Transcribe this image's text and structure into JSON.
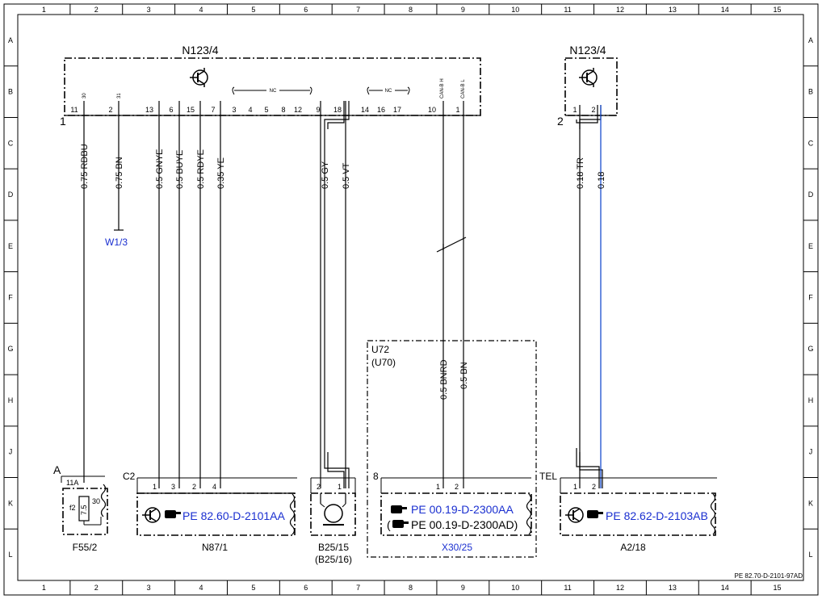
{
  "grid": {
    "columns": [
      "1",
      "2",
      "3",
      "4",
      "5",
      "6",
      "7",
      "8",
      "9",
      "10",
      "11",
      "12",
      "13",
      "14",
      "15"
    ],
    "rows": [
      "A",
      "B",
      "C",
      "D",
      "E",
      "F",
      "G",
      "H",
      "J",
      "K",
      "L"
    ]
  },
  "document_id": "PE 82.70-D-2101-97AD",
  "module_left": {
    "name": "N123/4",
    "marker": "1",
    "nc_label_1": "NC",
    "nc_label_2": "NC",
    "can_h_label": "CAN-B H",
    "can_l_label": "CAN-B L",
    "bus_pins": [
      "11",
      "2",
      "13",
      "6",
      "15",
      "7",
      "3",
      "4",
      "5",
      "8",
      "12",
      "9",
      "18",
      "14",
      "16",
      "17",
      "10",
      "1"
    ],
    "bus_upper": {
      "p30": "30",
      "p31": "31"
    }
  },
  "module_right": {
    "name": "N123/4",
    "marker": "2",
    "pins": [
      "1",
      "2"
    ]
  },
  "wires": {
    "w1": "0.75 RDBU",
    "w2": "0.75 BN",
    "w3": "0.5 GNYE",
    "w4": "0.5 BUYE",
    "w5": "0.5 RDYE",
    "w6": "0.35 YE",
    "w7": "0.5 GY",
    "w8": "0.5 VT",
    "w9": "0.18 TR",
    "w10": "0.18",
    "w11": "0.5 BNRD",
    "w12": "0.5 BN"
  },
  "ground_ref": "W1/3",
  "fuse": {
    "name": "F55/2",
    "marker": "A",
    "pin_11a": "11A",
    "f2": "f2",
    "amp": "7.5",
    "p30": "30"
  },
  "n87": {
    "marker": "C2",
    "name": "N87/1",
    "pins": [
      "1",
      "3",
      "2",
      "4"
    ],
    "ref": "PE 82.60-D-2101AA"
  },
  "b25": {
    "name": "B25/15",
    "alt": "(B25/16)",
    "pins": [
      "2",
      "1"
    ]
  },
  "u72": {
    "name": "U72",
    "alt": "(U70)",
    "marker": "8",
    "pins": [
      "1",
      "2"
    ],
    "ref1": "PE 00.19-D-2300AA",
    "ref2_open": "(",
    "ref2": "PE 00.19-D-2300AD)",
    "name2": "X30/25"
  },
  "a2": {
    "marker": "TEL",
    "name": "A2/18",
    "pins": [
      "1",
      "2"
    ],
    "ref": "PE 82.62-D-2103AB"
  },
  "colors": {
    "link": "#1a2fd0",
    "wire_blue": "#1a4fd0",
    "line": "#000000"
  },
  "icons": [
    "transistor-icon",
    "reference-hand-icon",
    "coil-icon"
  ]
}
